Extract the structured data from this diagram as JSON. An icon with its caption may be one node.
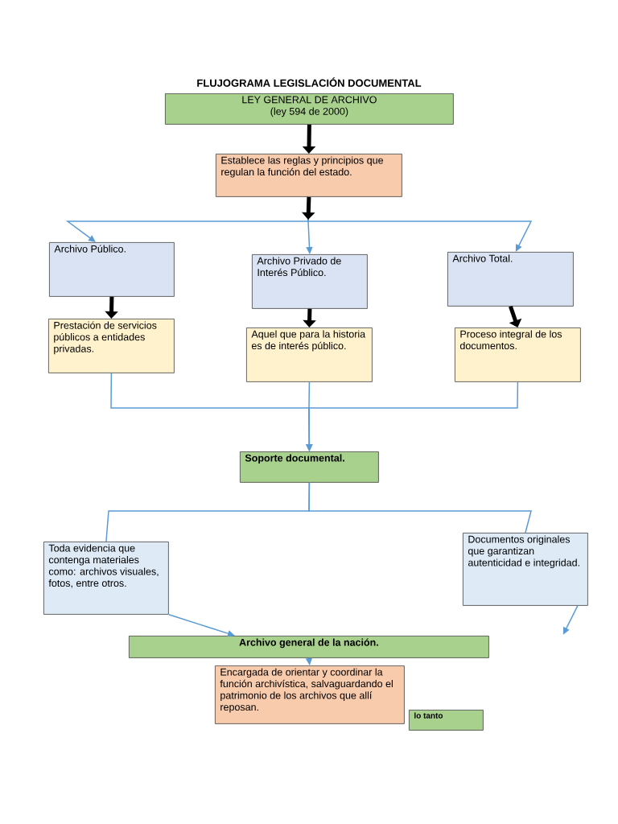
{
  "diagram": {
    "title": "FLUJOGRAMA LEGISLACIÓN DOCUMENTAL",
    "nodes": [
      {
        "text": [
          "LEY GENERAL DE ARCHIVO",
          "(ley 594 de 2000)"
        ]
      },
      {
        "text": [
          "Establece las reglas y principios que regulan la función del estado."
        ]
      },
      {
        "text": [
          "Archivo Público."
        ]
      },
      {
        "text": [
          "Archivo Privado de Interés Público."
        ]
      },
      {
        "text": [
          "Archivo Total."
        ]
      },
      {
        "text": [
          "Prestación de servicios públicos a entidades privadas."
        ]
      },
      {
        "text": [
          "Aquel que para la historia es de interés público."
        ]
      },
      {
        "text": [
          "Proceso integral de los documentos."
        ]
      },
      {
        "text": [
          "Soporte documental."
        ]
      },
      {
        "text": [
          "Toda evidencia que contenga materiales como: archivos visuales, fotos, entre otros."
        ]
      },
      {
        "text": [
          "Documentos originales que garantizan autenticidad e integridad."
        ]
      },
      {
        "text": [
          "Archivo general de la nación."
        ]
      },
      {
        "text": [
          "Encargada de orientar y coordinar la función archivística, salvaguardando el patrimonio de los archivos que allí reposan."
        ]
      },
      {
        "text": [
          "lo tanto"
        ]
      }
    ],
    "edges": [
      {
        "from": 0,
        "to": 1,
        "arrow": "to",
        "style": "thick",
        "color": "#000000"
      },
      {
        "from": 1,
        "to": 2,
        "arrow": "to"
      },
      {
        "from": 1,
        "to": 3,
        "arrow": "to"
      },
      {
        "from": 1,
        "to": 4,
        "arrow": "to"
      },
      {
        "from": 2,
        "to": 5,
        "arrow": "to",
        "style": "thick",
        "color": "#000000"
      },
      {
        "from": 3,
        "to": 6,
        "arrow": "to",
        "style": "thick",
        "color": "#000000"
      },
      {
        "from": 4,
        "to": 7,
        "arrow": "to",
        "style": "thick",
        "color": "#000000"
      },
      {
        "from": 5,
        "to": 8,
        "arrow": "to"
      },
      {
        "from": 6,
        "to": 8,
        "arrow": "to"
      },
      {
        "from": 7,
        "to": 8,
        "arrow": "to"
      },
      {
        "from": 8,
        "to": 9,
        "arrow": "none"
      },
      {
        "from": 8,
        "to": 10,
        "arrow": "none"
      },
      {
        "from": 9,
        "to": 11,
        "arrow": "to"
      },
      {
        "from": 10,
        "to": null,
        "arrow": "to"
      },
      {
        "from": 11,
        "to": 12,
        "arrow": "to"
      }
    ]
  }
}
